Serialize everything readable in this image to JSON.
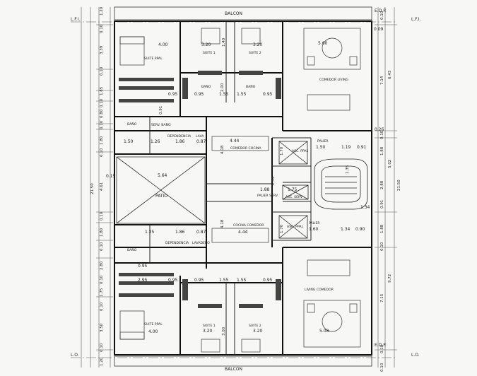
{
  "labels": {
    "balcon_top": "BALCON",
    "balcon_bottom": "BALCON",
    "edp_top": "E.D.P.",
    "edp_bottom": "E.D.P.",
    "lfi_left": "L.F.I.",
    "lfi_right": "L.F.I.",
    "lo_left": "L.O.",
    "lo_right": "L.O.",
    "patio": "PATIO",
    "suite_ppal_top": "SUITE PPAL",
    "suite1_top": "SUITE 1",
    "suite2_top": "SUITE 2",
    "bano_top_a": "BAÑO",
    "bano_top_b": "BAÑO",
    "comedor_living_top": "COMEDOR LIVING",
    "bano_serv_top": "BAÑO",
    "serv_bano_top": "SERV. BAÑO",
    "dependencia_top": "DEPENDENCIA",
    "lava_top": "LAVA",
    "comedor_cocina_top": "COMEDOR COCINA",
    "palier_top": "PALIER",
    "asc_ppal_top": "ASC. PPAL",
    "palier_serv": "PALIER SERV.",
    "asc_serv": "ASC. SERV",
    "cocina_comedor_bottom": "COCINA COMEDOR",
    "asc_ppal_bottom": "ASC. PPAL",
    "palier_bottom": "PALIER",
    "dependencia_bottom": "DEPENDENCIA",
    "lavadero_bottom": "LAVADERO",
    "bano_serv_bottom": "BAÑO",
    "living_comedor_bottom": "LIVING COMEDOR",
    "suite_ppal_bottom": "SUITE PPAL",
    "suite1_bottom": "SUITE 1",
    "suite2_bottom": "SUITE 2"
  },
  "dims": {
    "d_1_20": "1.20",
    "d_0_10_a": "0.10",
    "d_3_39": "3.39",
    "d_0_10_b": "0.10",
    "d_1_85": "1.85",
    "d_0_10_c": "0.10",
    "d_0_80": "0.80",
    "d_0_10_d": "0.10",
    "d_1_80": "1.80",
    "d_0_10_e": "0.10",
    "d_4_61": "4.61",
    "d_0_10_f": "0.10",
    "d_1_80_b": "1.80",
    "d_0_10_g": "0.10",
    "d_2_80": "2.80",
    "d_0_10_h": "0.10",
    "d_1_75": "1.75",
    "d_0_10_i": "0.10",
    "d_3_50": "3.50",
    "d_0_10_j": "0.10",
    "d_1_20_b": "1.20",
    "d_21_50_left": "21.50",
    "d_0_15": "0.15",
    "d_r_0_10_top": "0.10",
    "d_r_0_09": "0.09",
    "d_r_6_43": "6.43",
    "d_r_7_14": "7.14",
    "d_r_0_26": "0.26",
    "d_r_1_88": "1.88",
    "d_r_0_10_a": "0.10",
    "d_r_5_02": "5.02",
    "d_r_2_88": "2.88",
    "d_r_21_50": "21.50",
    "d_r_0_91": "0.91",
    "d_r_1_88_b": "1.88",
    "d_r_0_10_b": "0.10",
    "d_r_9_72": "9.72",
    "d_r_7_15": "7.15",
    "d_r_0_10_c": "0.10",
    "d_r_0_10_bottom": "0.10",
    "w_4_00_top": "4.00",
    "w_3_20_top_a": "3.20",
    "w_1_40": "1.40",
    "w_3_20_top_b": "3.20",
    "w_5_60": "5.60",
    "w_0_95_a": "0.95",
    "w_0_95_b": "0.95",
    "w_1_55_a": "1.55",
    "w_1_55_b": "1.55",
    "w_0_95_c": "0.95",
    "w_2_00": "2.00",
    "w_0_91": "0.91",
    "w_1_50_a": "1.50",
    "w_1_26": "1.26",
    "w_1_86_a": "1.86",
    "w_0_87_a": "0.87",
    "w_4_44_a": "4.44",
    "w_1_50_palier": "1.50",
    "w_1_19": "1.19",
    "w_0_91_b": "0.91",
    "w_1_70_a": "1.70",
    "w_4_18_a": "4.18",
    "w_5_64": "5.64",
    "w_1_35": "1.35",
    "w_2_59": "2.59",
    "w_1_88": "1.88",
    "w_1_75": "1.75",
    "w_1_34_a": "1.34",
    "w_1_25": "1.25",
    "w_1_86_b": "1.86",
    "w_0_87_b": "0.87",
    "w_4_18_b": "4.18",
    "w_4_44_b": "4.44",
    "w_1_70_b": "1.70",
    "w_1_60": "1.60",
    "w_1_34_b": "1.34",
    "w_0_90": "0.90",
    "w_2_95": "2.95",
    "w_0_95_d": "0.95",
    "w_0_95_e": "0.95",
    "w_1_55_c": "1.55",
    "w_1_55_d": "1.55",
    "w_0_95_f": "0.95",
    "w_3_00": "3.00",
    "w_4_00_bottom": "4.00",
    "w_3_20_bottom_a": "3.20",
    "w_3_20_bottom_b": "3.20",
    "w_5_08": "5.08",
    "w_0_95_g": "0.95"
  }
}
